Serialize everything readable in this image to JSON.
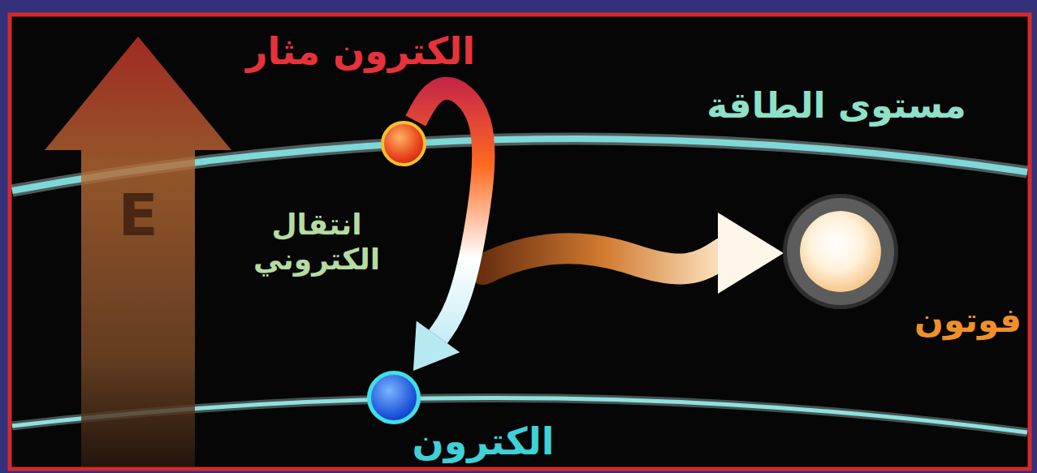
{
  "diagram": {
    "nodes": [
      {
        "text": [
          "E"
        ]
      },
      {
        "text": [
          "الكترون مثار"
        ]
      },
      {
        "text": [
          "الكترون"
        ]
      },
      {
        "text": [
          "فوتون"
        ]
      }
    ],
    "edges": [
      {
        "from": 1,
        "to": 2,
        "arrow": "to",
        "label": "انتقال الكتروني"
      }
    ],
    "labels": [
      "مستوى الطاقة"
    ]
  }
}
